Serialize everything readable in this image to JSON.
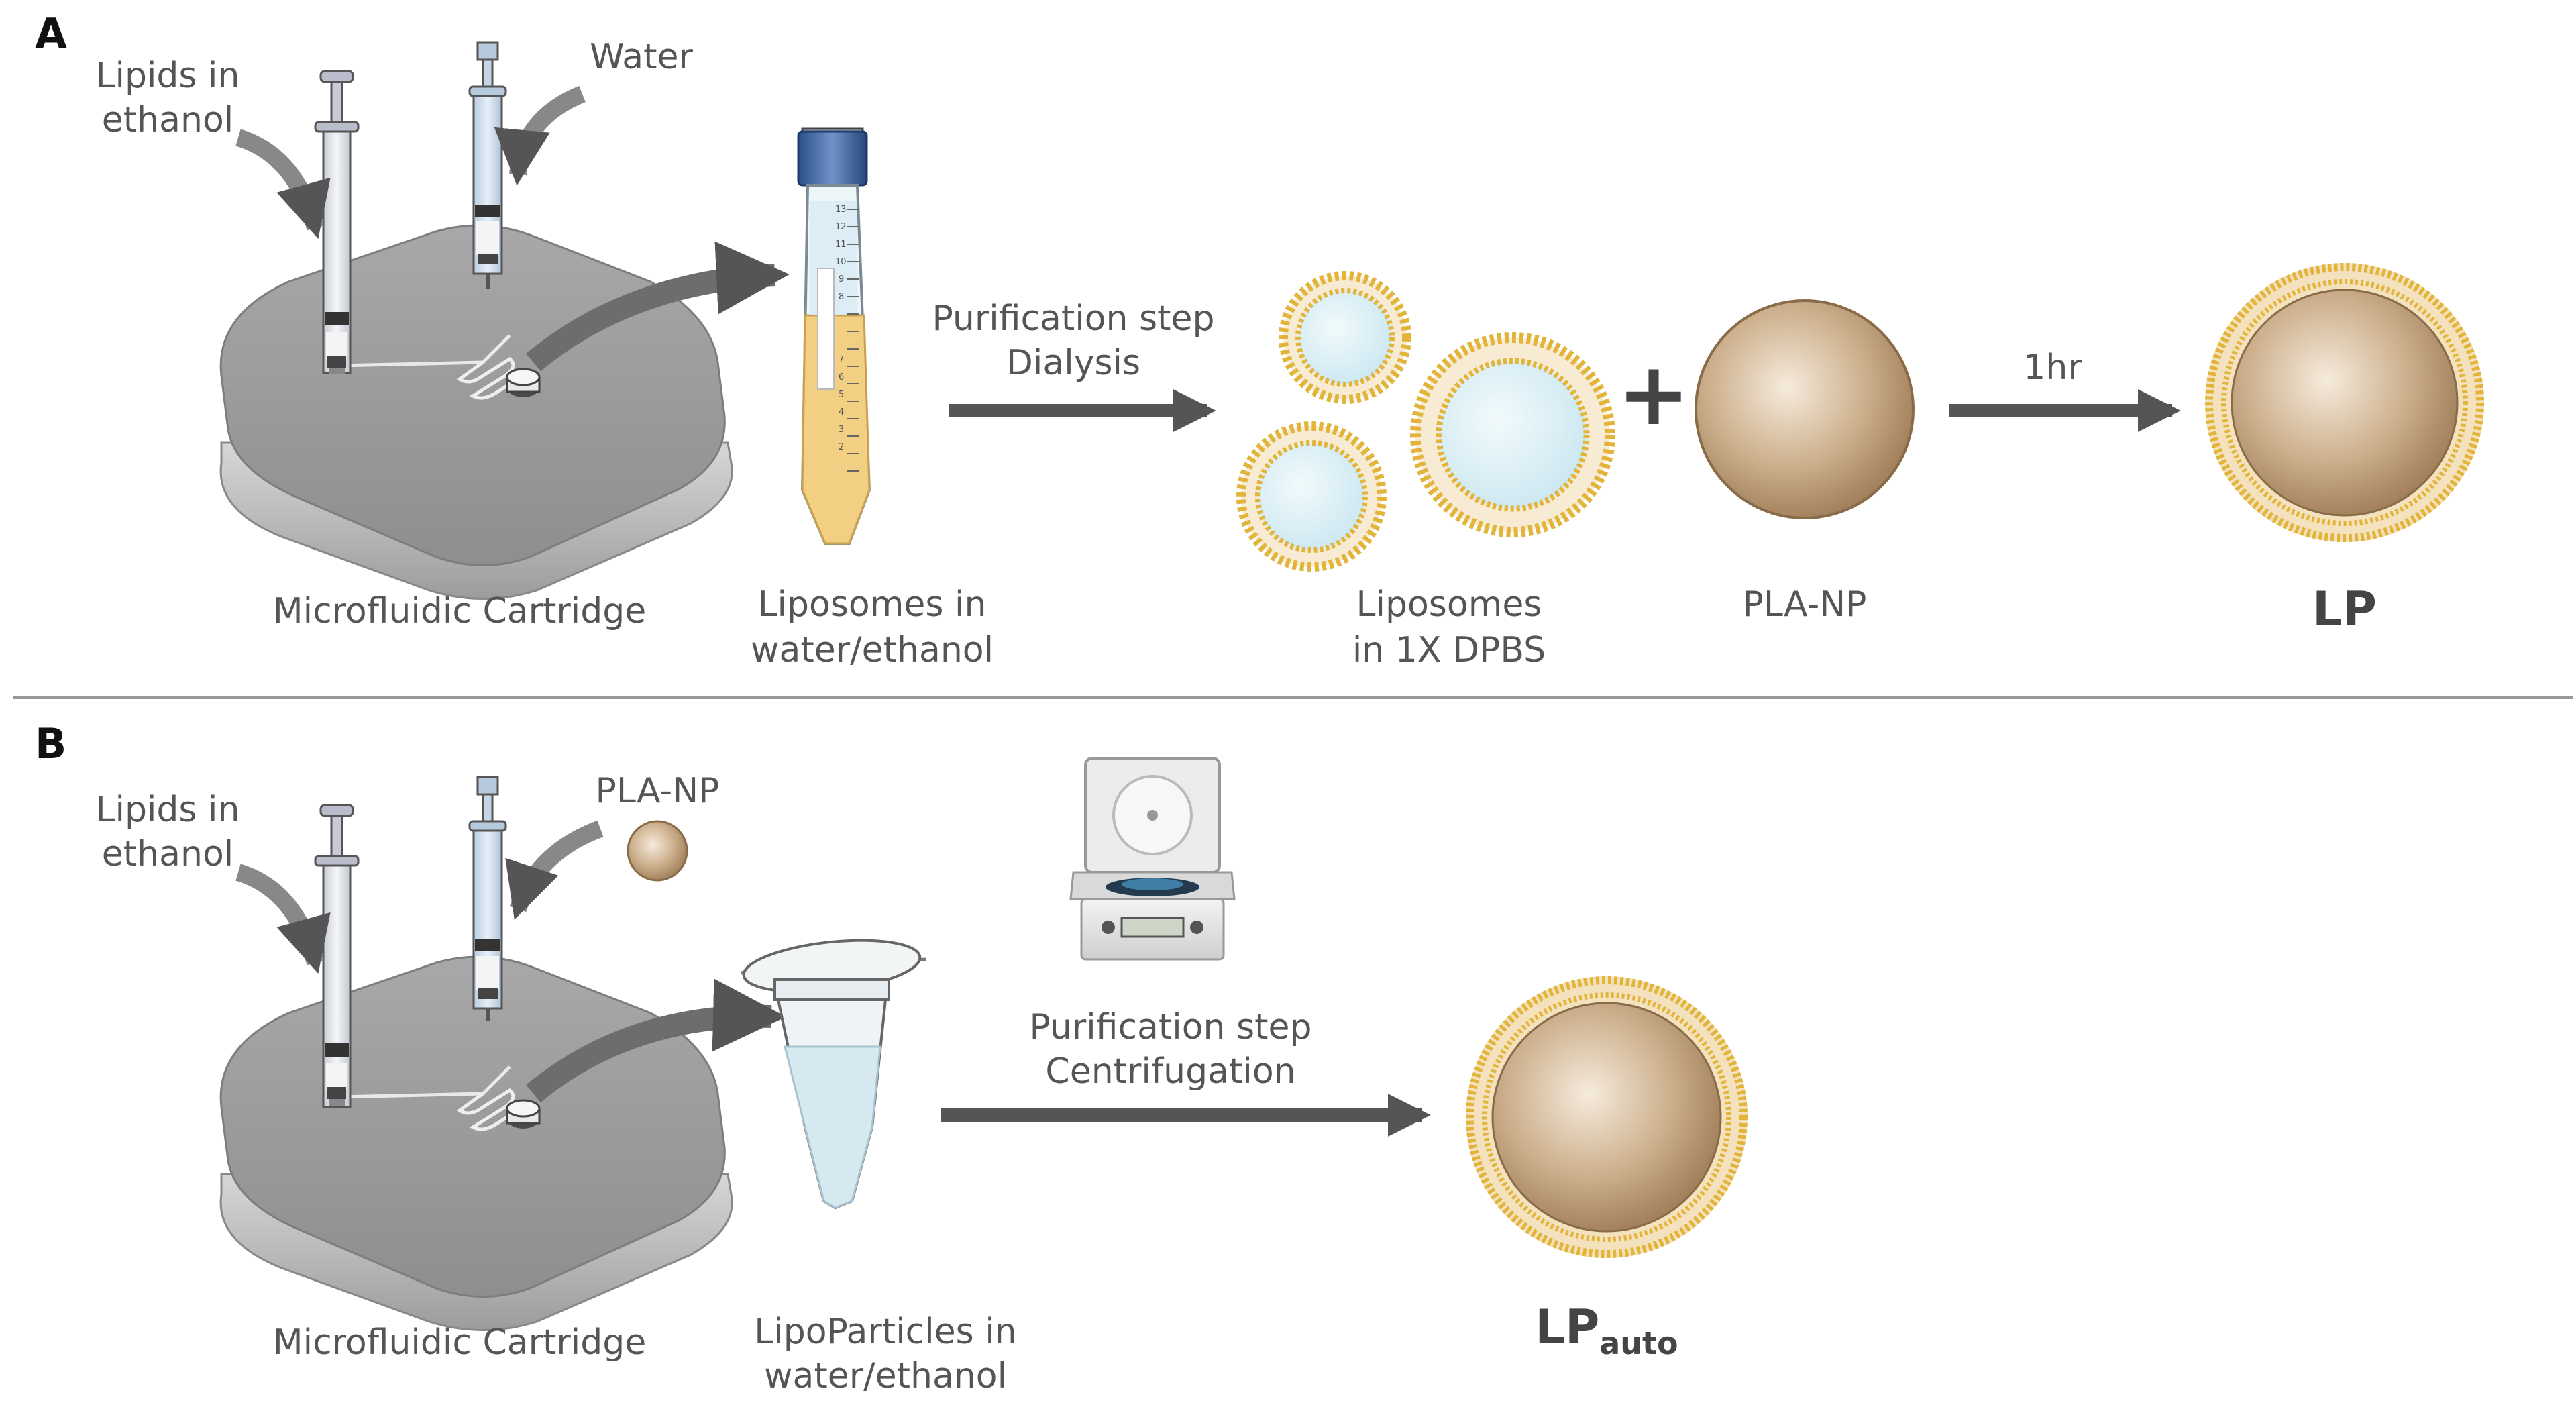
{
  "panel_a": {
    "letter": "A",
    "label_lipids_line1": "Lipids in",
    "label_lipids_line2": "ethanol",
    "label_water": "Water",
    "label_cartridge": "Microfluidic Cartridge",
    "label_tube_line1": "Liposomes in",
    "label_tube_line2": "water/ethanol",
    "arrow1_line1": "Purification step",
    "arrow1_line2": "Dialysis",
    "label_liposomes_line1": "Liposomes",
    "label_liposomes_line2": "in 1X DPBS",
    "plus": "+",
    "label_np": "PLA-NP",
    "arrow2_label": "1hr",
    "product": "LP"
  },
  "panel_b": {
    "letter": "B",
    "label_lipids_line1": "Lipids in",
    "label_lipids_line2": "ethanol",
    "label_np": "PLA-NP",
    "label_cartridge": "Microfluidic Cartridge",
    "label_tube_line1": "LipoParticles in",
    "label_tube_line2": "water/ethanol",
    "arrow_line1": "Purification step",
    "arrow_line2": "Centrifugation",
    "product_main": "LP",
    "product_sub": "auto"
  },
  "tube_scale": [
    "13",
    "12",
    "11",
    "10",
    "9",
    "8",
    "7",
    "6",
    "5",
    "4",
    "3",
    "2"
  ],
  "colors": {
    "cartridge": "#9d9c9c",
    "arrow": "#555555",
    "lipid_shell": "#e3b43a",
    "liposome_core": "#d9eff6",
    "nanoparticle": "#c9a882",
    "tube_liquid_a": "#f3cf84",
    "tube_liquid_b": "#d6e9f1"
  }
}
